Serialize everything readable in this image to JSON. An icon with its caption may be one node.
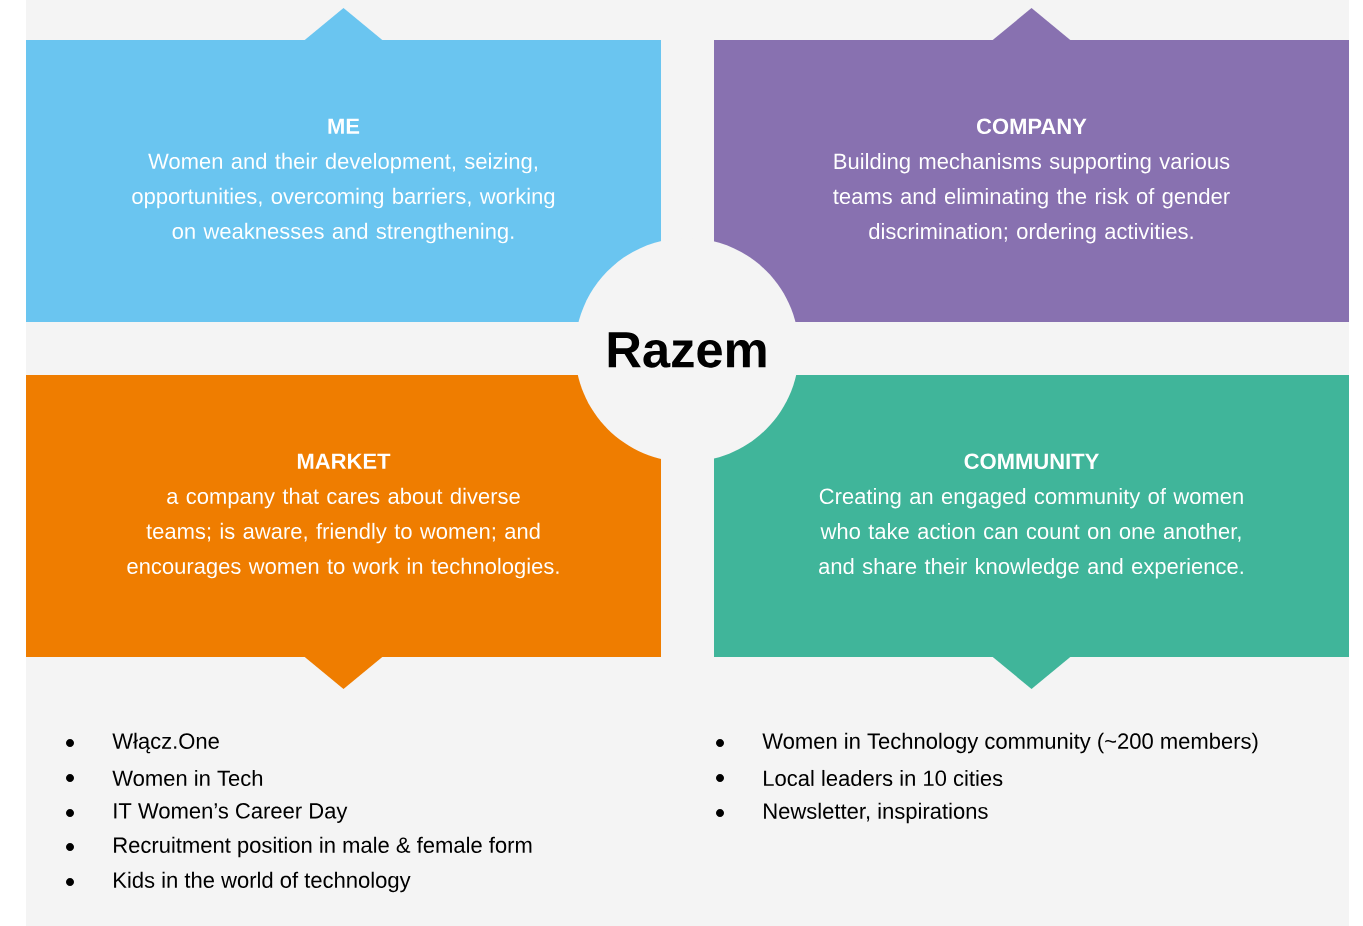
{
  "diagram": {
    "nodes": [
      {
        "text": [
          "ME",
          "Women and their development, seizing, opportunities, overcoming barriers, working on weaknesses and strengthening."
        ]
      },
      {
        "text": [
          "COMPANY",
          "Building mechanisms supporting various teams and eliminating the risk of gender discrimination; ordering activities."
        ]
      },
      {
        "text": [
          "MARKET",
          "a company that cares about diverse teams; is aware, friendly to women; and encourages women to work in technologies."
        ]
      },
      {
        "text": [
          "COMMUNITY",
          "Creating an engaged community of women who take action can count on one another, and share their knowledge and experience."
        ]
      },
      {
        "text": [
          "Razem"
        ]
      }
    ],
    "labels": [
      "Włącz.One",
      "Women in Tech",
      "IT Women’s Career Day",
      "Recruitment position in male & female form",
      "Kids in the world of technology",
      "Women in Technology community (~200 members)",
      "Local leaders in 10 cities",
      "Newsletter, inspirations"
    ]
  }
}
